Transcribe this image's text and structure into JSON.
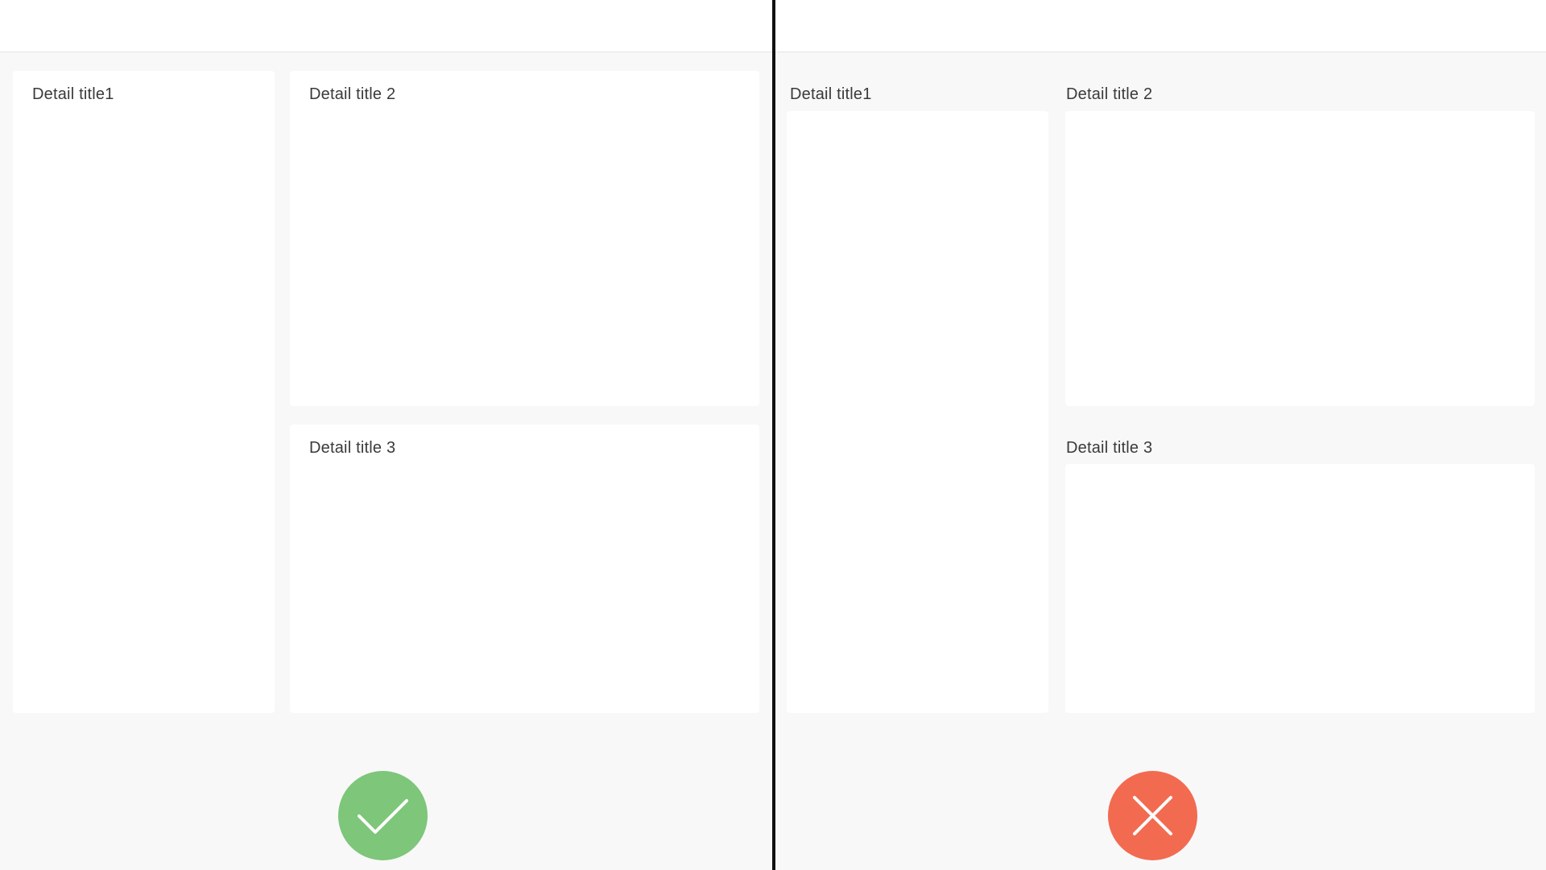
{
  "comparison": {
    "correct": {
      "cards": [
        {
          "title": "Detail title1"
        },
        {
          "title": "Detail title 2"
        },
        {
          "title": "Detail title 3"
        }
      ],
      "indicator": {
        "icon": "check-icon",
        "color": "#7dc67a"
      }
    },
    "incorrect": {
      "cards": [
        {
          "title": "Detail title1"
        },
        {
          "title": "Detail title 2"
        },
        {
          "title": "Detail title 3"
        }
      ],
      "indicator": {
        "icon": "close-icon",
        "color": "#f26b50"
      }
    }
  },
  "colors": {
    "background": "#f8f8f8",
    "card": "#ffffff",
    "divider": "#111111",
    "title_text": "#3a3a3a"
  }
}
